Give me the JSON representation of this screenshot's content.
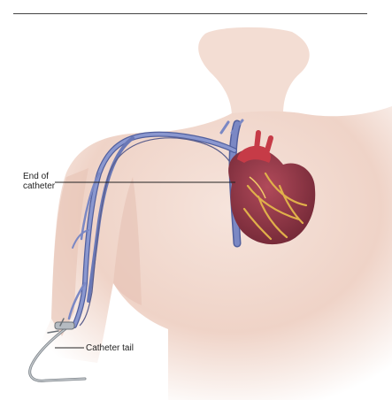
{
  "figure": {
    "labels": {
      "end_of_catheter_line1": "End of",
      "end_of_catheter_line2": "catheter",
      "catheter_tail": "Catheter tail"
    },
    "colors": {
      "skin": "#f1d9cf",
      "skin_shadow": "#e2bfb1",
      "vein": "#7b88c4",
      "vein_dark": "#52609e",
      "heart": "#9c3a4a",
      "heart_vessels": "#e0b04a",
      "catheter": "#9aa0a6"
    }
  }
}
